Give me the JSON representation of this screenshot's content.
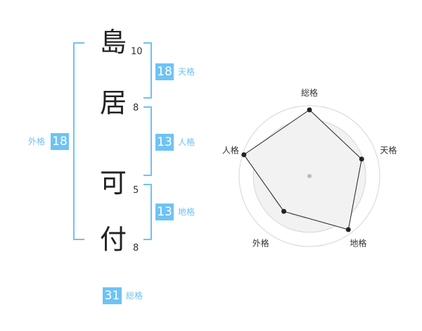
{
  "name_chars": [
    {
      "char": "島",
      "strokes": "10"
    },
    {
      "char": "居",
      "strokes": "8"
    },
    {
      "char": "可",
      "strokes": "5"
    },
    {
      "char": "付",
      "strokes": "8"
    }
  ],
  "kakusu": {
    "tenkaku": {
      "value": "18",
      "label": "天格"
    },
    "jinkaku": {
      "value": "13",
      "label": "人格"
    },
    "chikaku": {
      "value": "13",
      "label": "地格"
    },
    "gaikaku": {
      "value": "18",
      "label": "外格"
    },
    "soukaku": {
      "value": "31",
      "label": "総格"
    }
  },
  "colors": {
    "accent": "#6ec3f4",
    "text": "#222222",
    "radar_fill": "#f2f2f2"
  },
  "radar": {
    "axes": [
      "総格",
      "天格",
      "地格",
      "外格",
      "人格"
    ],
    "values": [
      0.94,
      0.78,
      0.94,
      0.62,
      0.98
    ],
    "max": 1
  }
}
